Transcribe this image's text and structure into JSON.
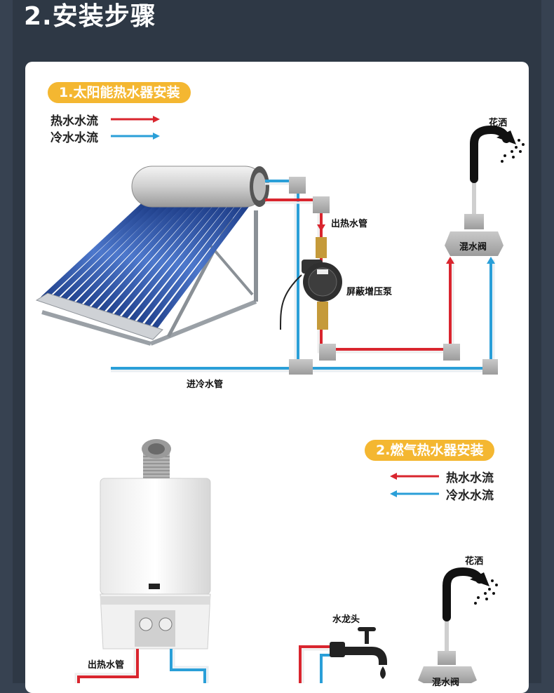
{
  "page_title": "2.安装步骤",
  "section1": {
    "badge": "1.太阳能热水器安装",
    "legend_hot": "热水水流",
    "legend_cold": "冷水水流",
    "shower": "花洒",
    "hot_outlet": "出热水管",
    "mixing_valve": "混水阀",
    "pump": "屏蔽增压泵",
    "cold_inlet": "进冷水管"
  },
  "section2": {
    "badge": "2.燃气热水器安装",
    "legend_hot": "热水水流",
    "legend_cold": "冷水水流",
    "shower": "花洒",
    "faucet": "水龙头",
    "hot_outlet": "出热水管",
    "mixing_valve": "混水阀"
  },
  "colors": {
    "hot": "#d9252e",
    "cold": "#2a9fd8",
    "badge": "#f4b731",
    "header": "#374251"
  }
}
